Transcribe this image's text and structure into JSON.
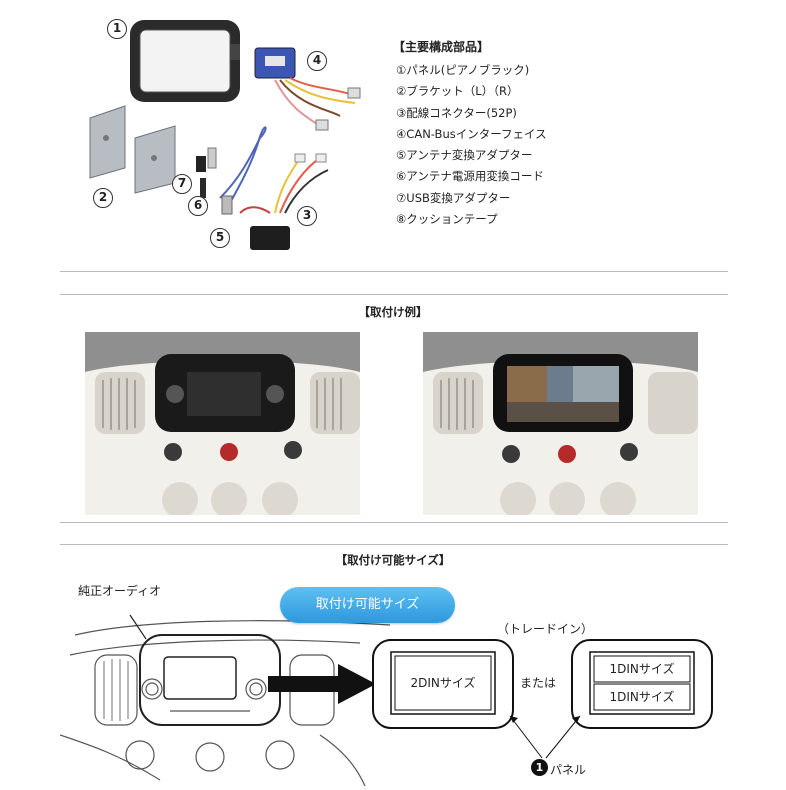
{
  "parts": {
    "title": "【主要構成部品】",
    "items": [
      "①パネル(ピアノブラック)",
      "②ブラケット（L）（R）",
      "③配線コネクター(52P)",
      "④CAN-Busインターフェイス",
      "⑤アンテナ変換アダプター",
      "⑥アンテナ電源用変換コード",
      "⑦USB変換アダプター",
      "⑧クッションテープ"
    ],
    "numbers": [
      "1",
      "2",
      "3",
      "4",
      "5",
      "6",
      "7"
    ]
  },
  "example": {
    "title": "【取付け例】"
  },
  "size": {
    "title": "【取付け可能サイズ】",
    "oem_audio_label": "純正オーディオ",
    "pill_label": "取付け可能サイズ",
    "trade_in_label": "（トレードイン）",
    "din2_label": "2DINサイズ",
    "or_label": "または",
    "din1_top_label": "1DINサイズ",
    "din1_bottom_label": "1DINサイズ",
    "panel_marker": "1",
    "panel_label": "パネル"
  },
  "colors": {
    "pill": "#3aa7e6",
    "arrow": "#111111",
    "rule": "#b9b9b9"
  }
}
